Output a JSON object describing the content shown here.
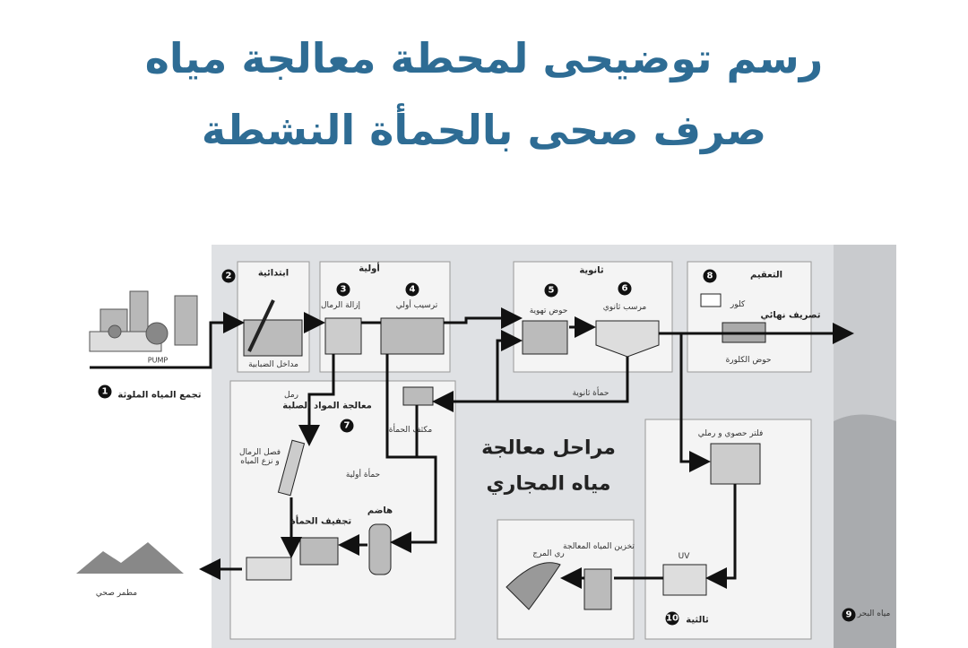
{
  "title": {
    "line1": "رسم توضيحى لمحطة معالجة مياه",
    "line2": "صرف صحى بالحمأة النشطة"
  },
  "diagram": {
    "center_title": {
      "line1": "مراحل معالجة",
      "line2": "مياه المجاري"
    },
    "steps": [
      {
        "number": "1",
        "label": "تجمع المياه الملوثة"
      },
      {
        "number": "2",
        "label": "ابتدائية",
        "sub": "مداخل الضبابية"
      },
      {
        "number": "3",
        "label": "إزالة الرمال"
      },
      {
        "number": "4",
        "label": "ترسيب أولي"
      },
      {
        "number": "5",
        "label": "حوض تهوية"
      },
      {
        "number": "6",
        "label": "مرسب ثانوي"
      },
      {
        "number": "7",
        "label": "معالجة المواد الصلبة"
      },
      {
        "number": "8",
        "label": "التعقيم"
      },
      {
        "number": "9",
        "label": "مياه البحر"
      },
      {
        "number": "10",
        "label": "ثالثية"
      }
    ],
    "stage_primary": "أولية",
    "stage_secondary": "ثانوية",
    "pump": "PUMP",
    "chlorine": "كلور",
    "chlorination_tank": "حوض الكلورة",
    "final_discharge": "تصريف نهائي",
    "secondary_sludge": "حمأة ثانوية",
    "sand": "رمل",
    "sludge_thickener": "مكثف الحمأة",
    "sand_separation": "فصل الرمال و نزع المياه",
    "primary_sludge": "حمأة أولية",
    "digester": "هاضم",
    "sludge_drying": "تجفيف الحمأة",
    "landfill": "مطمر صحي",
    "filter": "فلتر حصوي و رملي",
    "uv": "UV",
    "treated_storage": "تخزين المياه المعالجة",
    "lawn_irrigation": "ري المرج"
  }
}
